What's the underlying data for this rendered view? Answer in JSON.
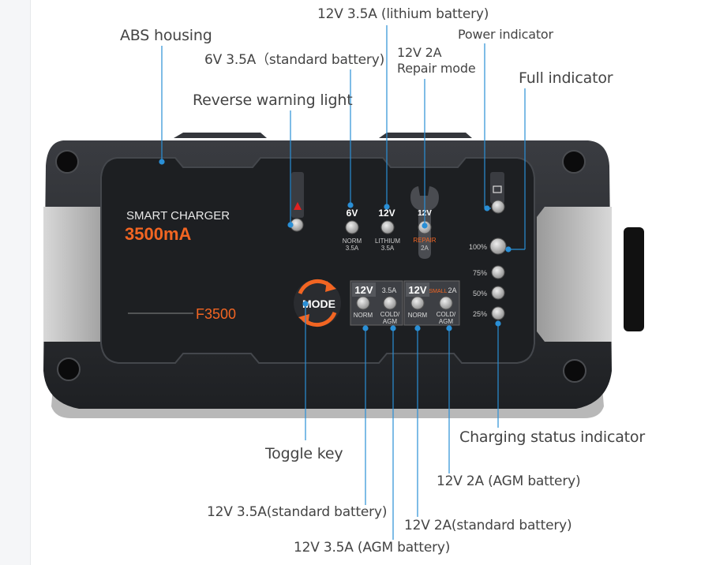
{
  "callouts": {
    "abs_housing": "ABS housing",
    "lithium_12v": "12V 3.5A (lithium battery)",
    "power_indicator": "Power indicator",
    "standard_6v": "6V 3.5A（standard battery)",
    "repair_12v": "12V 2A",
    "repair_mode": "Repair mode",
    "full_indicator": "Full indicator",
    "reverse_warning": "Reverse warning light",
    "charging_status": "Charging status indicator",
    "toggle_key": "Toggle key",
    "agm_2a": "12V  2A (AGM battery)",
    "standard_3_5a": "12V 3.5A(standard battery)",
    "standard_2a": "12V 2A(standard battery)",
    "agm_3_5a": "12V  3.5A (AGM battery)"
  },
  "device": {
    "brand_line": "SMART CHARGER",
    "capacity": "3500mA",
    "model": "F3500",
    "mode_button": "MODE",
    "top_leds": {
      "v6": "6V",
      "v12_lithium": "12V",
      "v12_repair": "12V",
      "norm_label_1": "NORM",
      "norm_label_2": "3.5A",
      "lithium_label_1": "LITHIUM",
      "lithium_label_2": "3.5A",
      "repair_label_1": "REPAIR",
      "repair_label_2": "2A"
    },
    "status_levels": [
      "100%",
      "75%",
      "50%",
      "25%"
    ],
    "panel_a": {
      "volt": "12V",
      "amp": "3.5A",
      "label_norm": "NORM",
      "label_cold_1": "COLD/",
      "label_cold_2": "AGM"
    },
    "panel_b": {
      "volt": "12V",
      "small": "SMALL",
      "amp": "2A",
      "label_norm": "NORM",
      "label_cold_1": "COLD/",
      "label_cold_2": "AGM"
    }
  },
  "colors": {
    "accent_orange": "#f26522",
    "callout_line": "#2a8fd6",
    "body_dark": "#2b2d31",
    "panel_dark": "#1d1f22",
    "text_grey": "#444444",
    "warning_red": "#e02020"
  }
}
